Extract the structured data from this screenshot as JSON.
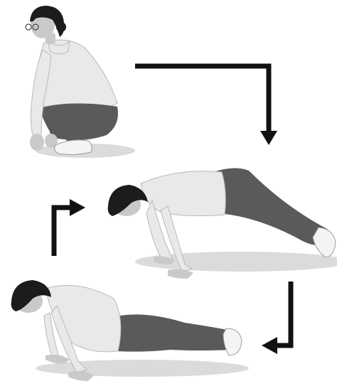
{
  "image": {
    "kind": "exercise-sequence-illustration",
    "tone": "grayscale",
    "colors": {
      "arrow": "#111111",
      "shirt": "#e9e9e9",
      "pants": "#5a5a5a",
      "hair": "#1c1c1c"
    },
    "poses": [
      "squatting",
      "high-plank",
      "low-plank"
    ],
    "arrows": [
      "right-then-down",
      "down-then-left",
      "up-then-right"
    ]
  }
}
